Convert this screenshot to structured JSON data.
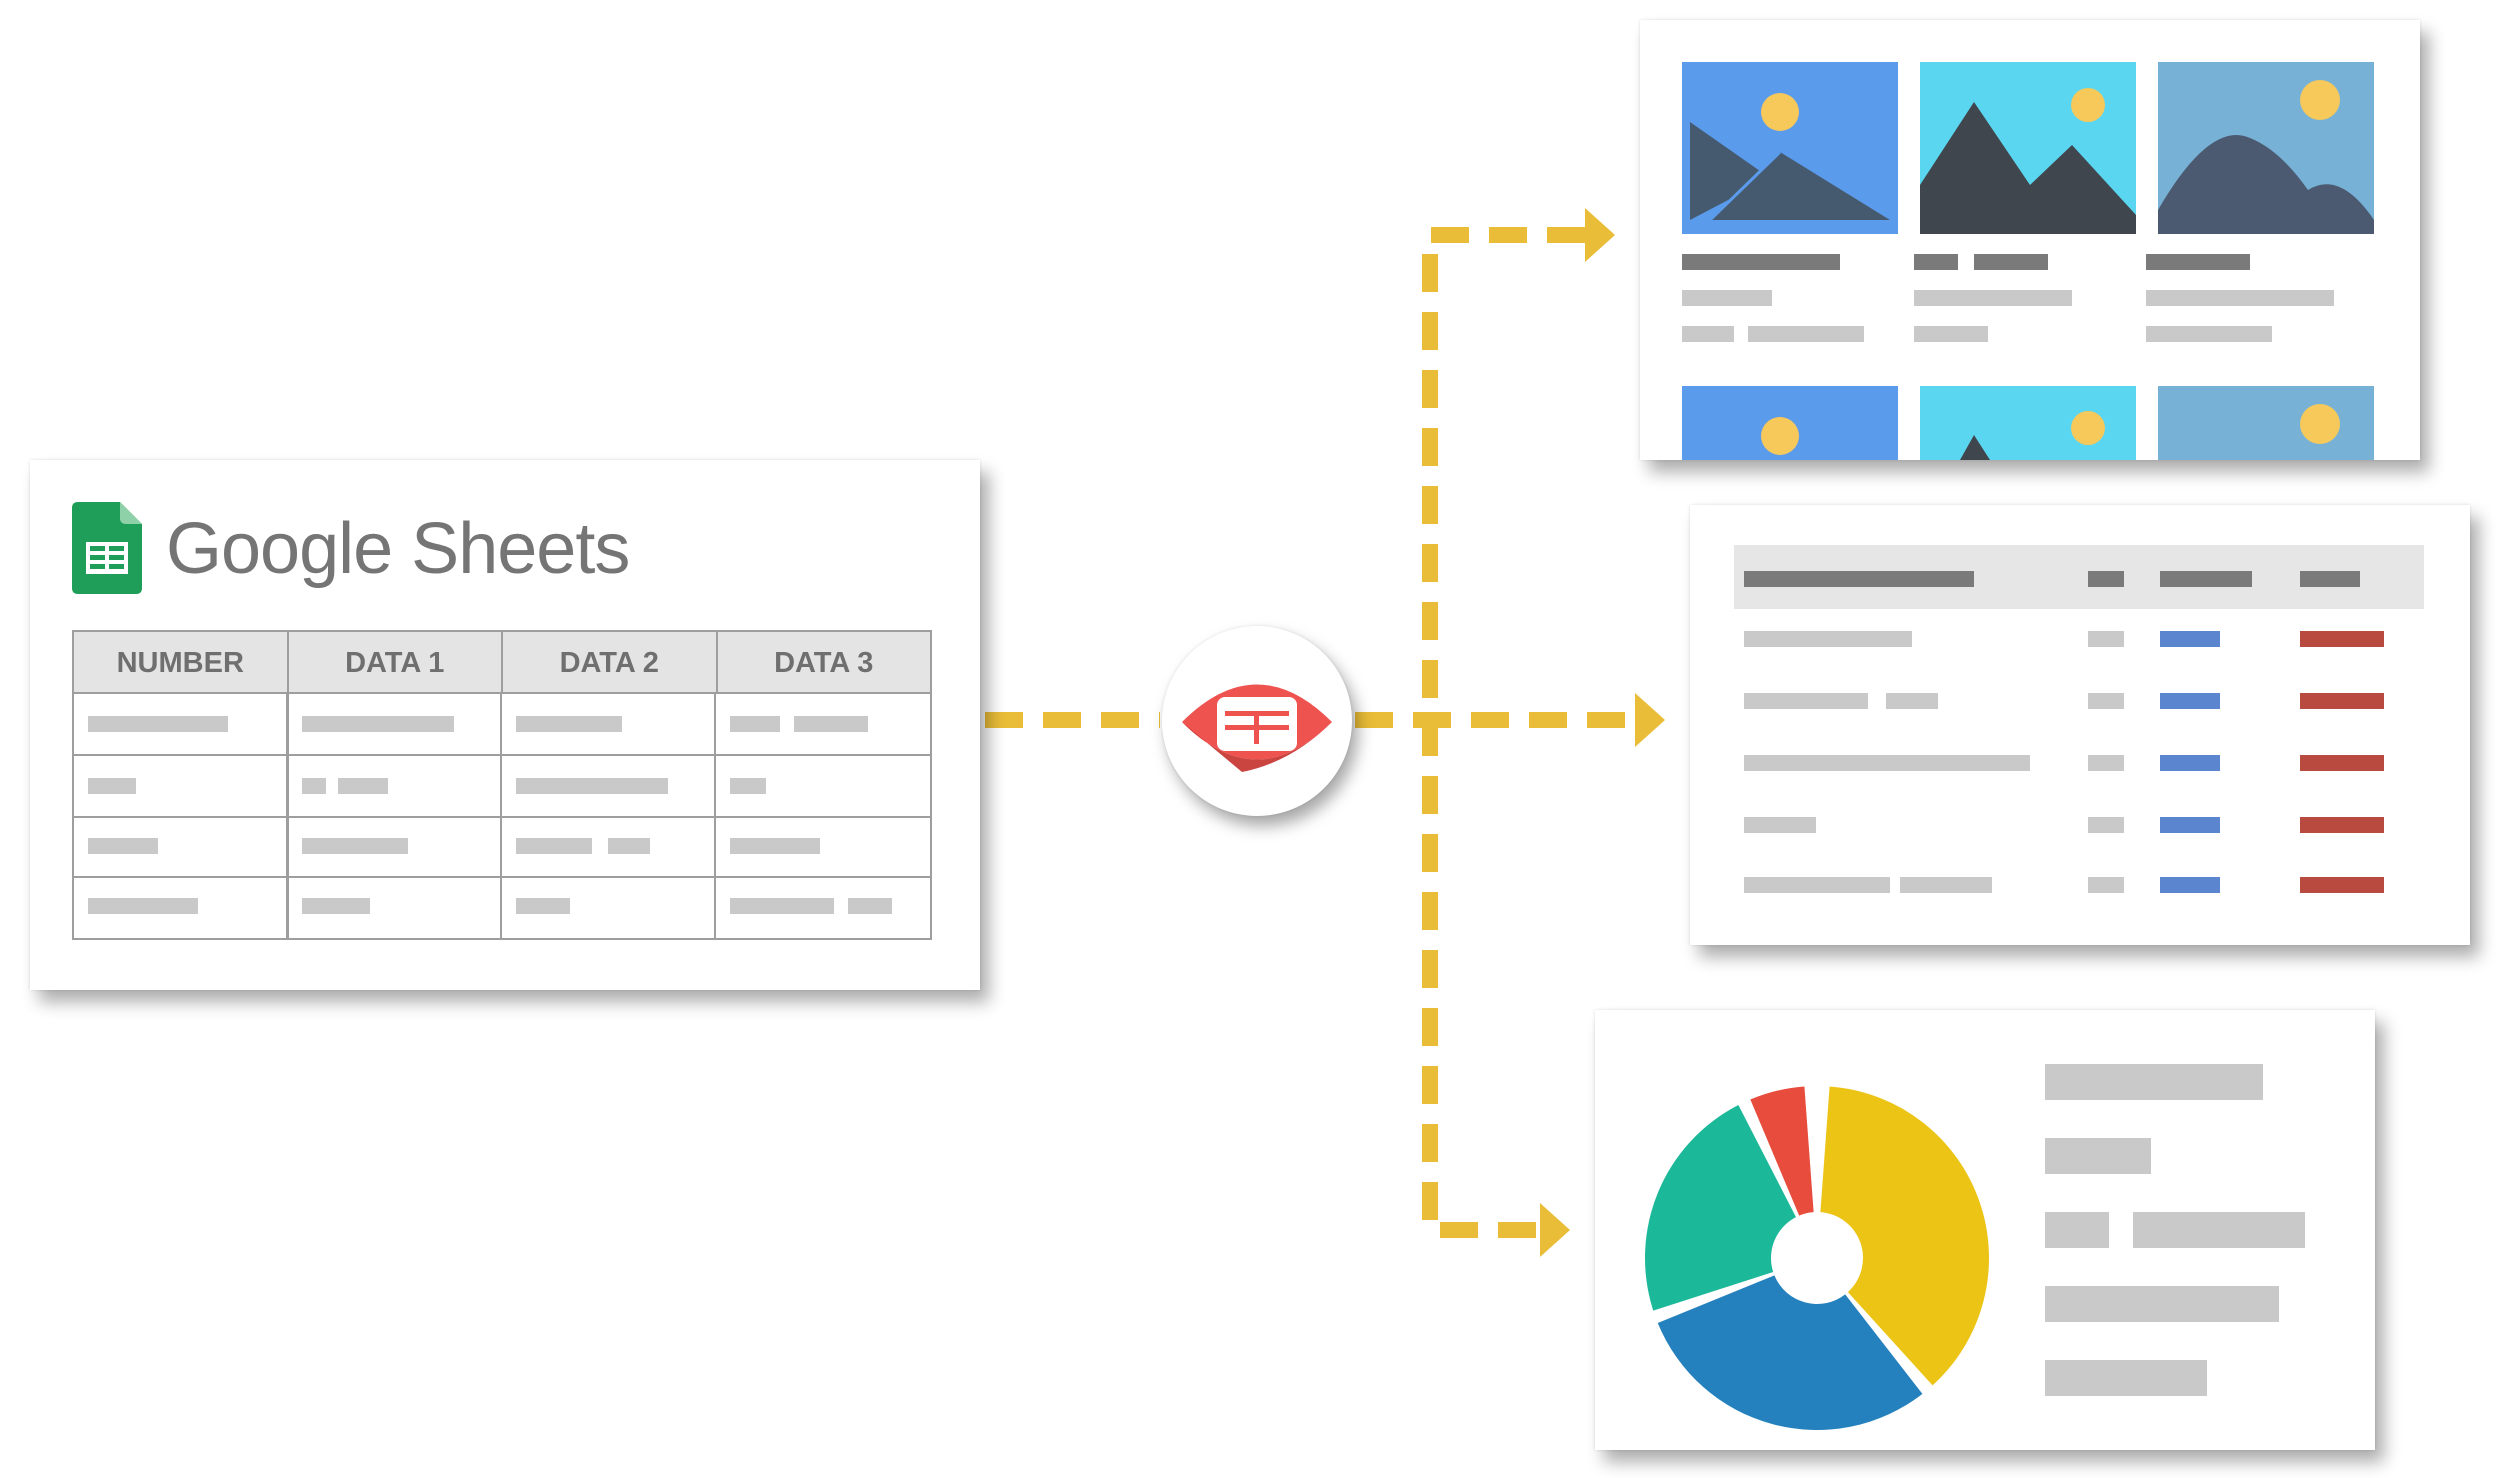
{
  "source": {
    "brand": "Google Sheets",
    "brand_color": "#757575",
    "sheets_icon_color": "#1e9e58",
    "columns": [
      "NUMBER",
      "DATA 1",
      "DATA 2",
      "DATA 3"
    ]
  },
  "hub": {
    "icon": "table-eye-icon",
    "color": "#ef5350"
  },
  "connector_color": "#e9bd38",
  "outputs": [
    "image-gallery",
    "data-table",
    "pie-chart"
  ],
  "gallery": {
    "image_colors": [
      "#5b9beb",
      "#5bd6f0",
      "#77b2d6"
    ],
    "sun_color": "#f7c85a"
  },
  "pie": {
    "type": "pie",
    "colors": [
      "#ecc416",
      "#2481bd",
      "#1cb89a",
      "#e74c3c"
    ]
  }
}
